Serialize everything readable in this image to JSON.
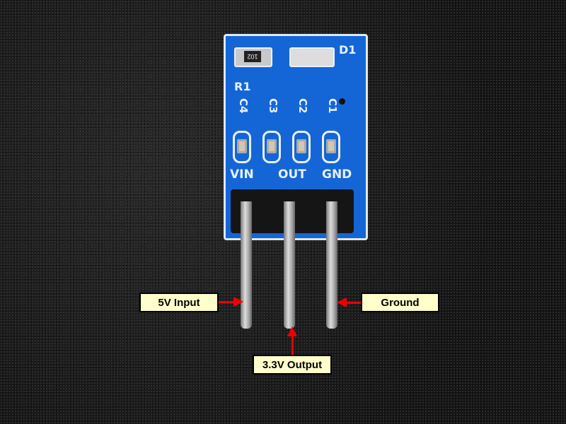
{
  "labels": {
    "input": "5V Input",
    "output": "3.3V Output",
    "ground": "Ground"
  },
  "board_silkscreen": {
    "resistor": "R1",
    "resistor_marking": "102",
    "diode": "D1",
    "caps": [
      "C4",
      "C3",
      "C2",
      "C1"
    ],
    "pins": [
      "VIN",
      "OUT",
      "GND"
    ]
  },
  "colors": {
    "board": "#1466d6",
    "label_bg": "#ffffcc",
    "arrow": "#ee0000"
  }
}
